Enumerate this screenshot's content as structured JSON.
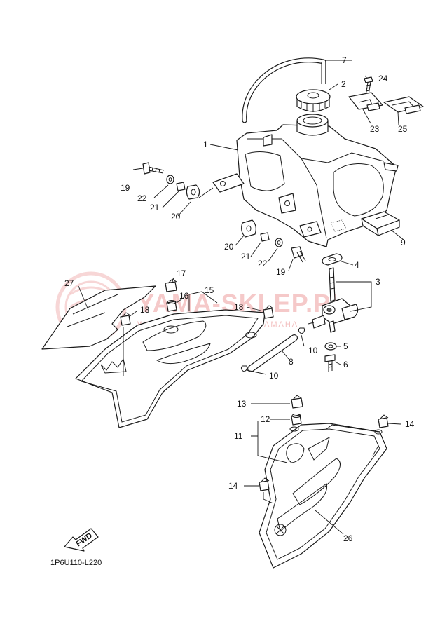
{
  "diagram_code": "1P6U110-L220",
  "watermark": {
    "brand": "YAMA-SKLEP.PL",
    "tagline": "WIELKOPOLSKI DEALER YAMAHA"
  },
  "fwd_label": "FWD",
  "callouts": [
    {
      "id": "c1",
      "text": "1"
    },
    {
      "id": "c2",
      "text": "2"
    },
    {
      "id": "c3",
      "text": "3"
    },
    {
      "id": "c4",
      "text": "4"
    },
    {
      "id": "c5",
      "text": "5"
    },
    {
      "id": "c6",
      "text": "6"
    },
    {
      "id": "c7",
      "text": "7"
    },
    {
      "id": "c8",
      "text": "8"
    },
    {
      "id": "c9",
      "text": "9"
    },
    {
      "id": "c10a",
      "text": "10"
    },
    {
      "id": "c10b",
      "text": "10"
    },
    {
      "id": "c11",
      "text": "11"
    },
    {
      "id": "c12",
      "text": "12"
    },
    {
      "id": "c13",
      "text": "13"
    },
    {
      "id": "c14a",
      "text": "14"
    },
    {
      "id": "c14b",
      "text": "14"
    },
    {
      "id": "c15",
      "text": "15"
    },
    {
      "id": "c16",
      "text": "16"
    },
    {
      "id": "c17",
      "text": "17"
    },
    {
      "id": "c18a",
      "text": "18"
    },
    {
      "id": "c18b",
      "text": "18"
    },
    {
      "id": "c19a",
      "text": "19"
    },
    {
      "id": "c19b",
      "text": "19"
    },
    {
      "id": "c20a",
      "text": "20"
    },
    {
      "id": "c20b",
      "text": "20"
    },
    {
      "id": "c21a",
      "text": "21"
    },
    {
      "id": "c21b",
      "text": "21"
    },
    {
      "id": "c22a",
      "text": "22"
    },
    {
      "id": "c22b",
      "text": "22"
    },
    {
      "id": "c23",
      "text": "23"
    },
    {
      "id": "c24",
      "text": "24"
    },
    {
      "id": "c25",
      "text": "25"
    },
    {
      "id": "c26",
      "text": "26"
    },
    {
      "id": "c27",
      "text": "27"
    }
  ]
}
